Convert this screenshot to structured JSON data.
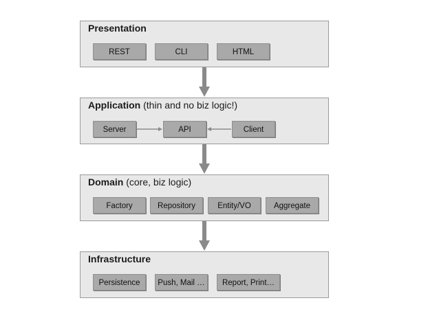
{
  "layers": [
    {
      "name": "Presentation",
      "note": "",
      "items": [
        "REST",
        "CLI",
        "HTML"
      ]
    },
    {
      "name": "Application",
      "note": "(thin and no biz logic!)",
      "items": [
        "Server",
        "API",
        "Client"
      ]
    },
    {
      "name": "Domain",
      "note": "(core, biz logic)",
      "items": [
        "Factory",
        "Repository",
        "Entity/VO",
        "Aggregate"
      ]
    },
    {
      "name": "Infrastructure",
      "note": "",
      "items": [
        "Persistence",
        "Push, Mail …",
        "Report, Print…"
      ]
    }
  ],
  "colors": {
    "layer_bg": "#e8e8e8",
    "chip_bg": "#a9a9a9",
    "arrow": "#8a8a8a"
  }
}
